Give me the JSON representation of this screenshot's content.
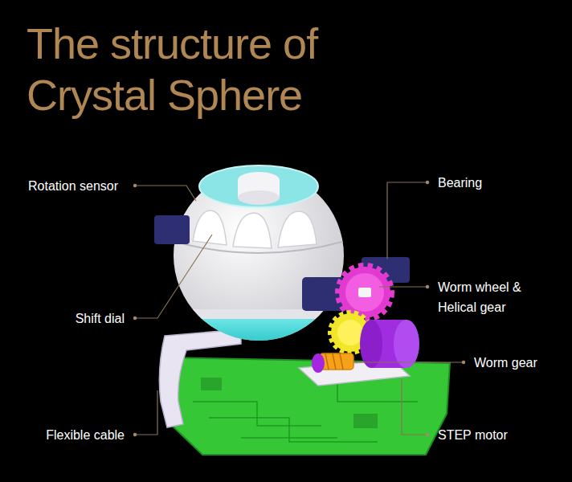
{
  "diagram": {
    "title": "The structure of Crystal Sphere",
    "labels": [
      "Rotation sensor",
      "Shift dial",
      "Flexible cable",
      "Bearing",
      "Worm wheel & Helical gear",
      "Worm gear",
      "STEP motor"
    ]
  }
}
